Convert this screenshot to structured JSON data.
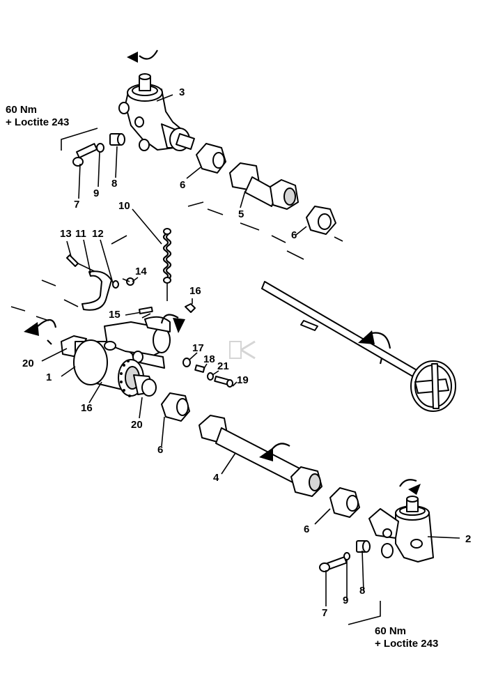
{
  "torque_notes": [
    {
      "line1": "60 Nm",
      "line2": "+ Loctite 243"
    },
    {
      "line1": "60 Nm",
      "line2": "+ Loctite 243"
    }
  ],
  "callouts": [
    "3",
    "7",
    "9",
    "8",
    "6",
    "5",
    "6",
    "10",
    "13",
    "11",
    "12",
    "14",
    "16",
    "15",
    "17",
    "18",
    "21",
    "19",
    "20",
    "1",
    "16",
    "20",
    "6",
    "4",
    "6",
    "2",
    "7",
    "9",
    "8"
  ],
  "icons": {
    "rotation_arrow": "rotation-arrow-icon",
    "watermark": "watermark-logo-icon"
  }
}
